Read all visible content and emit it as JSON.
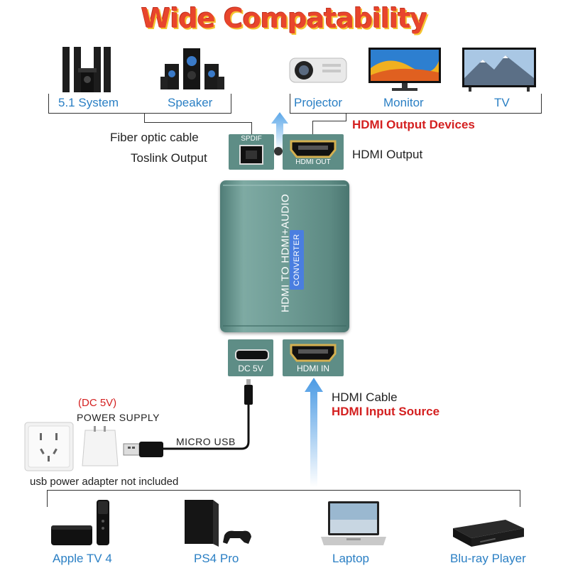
{
  "title": "Wide Compatability",
  "top_devices": {
    "system": "5.1 System",
    "speaker": "Speaker",
    "projector": "Projector",
    "monitor": "Monitor",
    "tv": "TV"
  },
  "outputs": {
    "fiber_cable": "Fiber optic cable",
    "toslink": "Toslink Output",
    "spdif_port": "SPDIF",
    "hdmi_out_port": "HDMI OUT",
    "hdmi_output_devices": "HDMI Output Devices",
    "hdmi_output": "HDMI Output"
  },
  "device": {
    "label_main": "HDMI TO HDMI+AUDIO",
    "label_sub": "CONVERTER",
    "dc_port": "DC 5V",
    "hdmi_in_port": "HDMI IN"
  },
  "inputs": {
    "dc_label": "(DC 5V)",
    "power_supply": "POWER SUPPLY",
    "micro_usb": "MICRO USB",
    "adapter_note": "usb power adapter not included",
    "hdmi_cable": "HDMI Cable",
    "hdmi_input_source": "HDMI Input Source"
  },
  "bottom_devices": {
    "apple_tv": "Apple TV 4",
    "ps4": "PS4 Pro",
    "laptop": "Laptop",
    "bluray": "Blu-ray Player"
  },
  "colors": {
    "blue": "#2a7fc4",
    "red": "#d42020",
    "device_green": "#6f9c95"
  }
}
